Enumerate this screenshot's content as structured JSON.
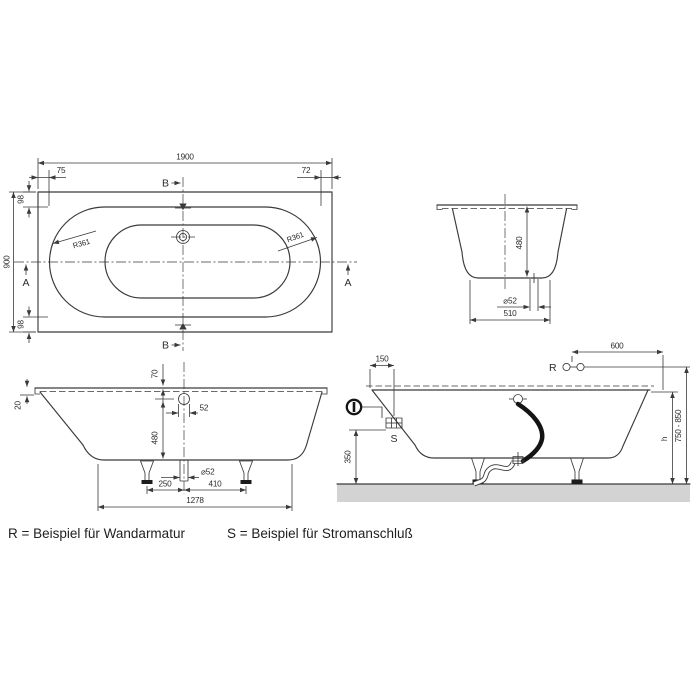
{
  "colors": {
    "line": "#3a3a3a",
    "text": "#2b2b2b",
    "tub_fill": "#e7e7e7",
    "floor_fill": "#d3d3d3",
    "hose": "#141414"
  },
  "plan_view": {
    "dim_length": "1900",
    "dim_left_inset": "75",
    "dim_right_inset": "72",
    "dim_width": "900",
    "dim_rim_top": "98",
    "dim_rim_bottom": "98",
    "radius_left": "R361",
    "radius_right": "R361",
    "section_a": "A",
    "section_b": "B"
  },
  "cross_section": {
    "dim_depth": "480",
    "dim_drain": "⌀52",
    "dim_bottom_width": "510"
  },
  "long_section": {
    "dim_overflow_top": "70",
    "dim_overflow_dia": "52",
    "dim_depth": "480",
    "dim_rim_lip": "20",
    "dim_drain": "⌀52",
    "dim_left_span": "250",
    "dim_right_span": "410",
    "dim_bottom_length": "1278"
  },
  "installation": {
    "label_r": "R",
    "label_s": "S",
    "dim_fitting": "600",
    "dim_connection": "150",
    "dim_connection_height": "350",
    "dim_height": "h",
    "dim_height_range": "750 - 850"
  },
  "caption": {
    "r_legend": "R = Beispiel für Wandarmatur",
    "s_legend": "S = Beispiel für Stromanschluß"
  }
}
